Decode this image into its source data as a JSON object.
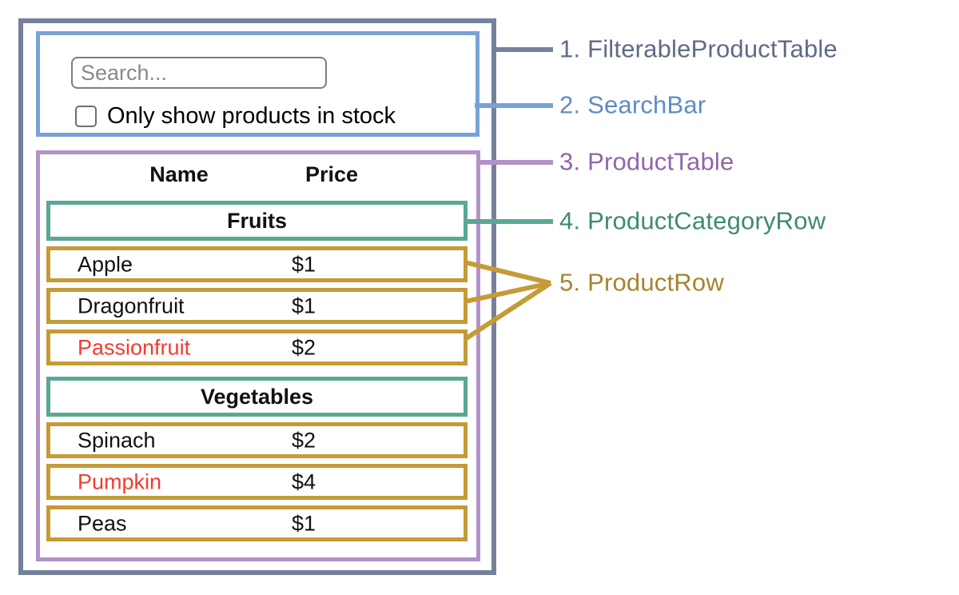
{
  "app": {
    "search_bar": {
      "search_placeholder": "Search...",
      "checkbox_label": "Only show products in stock",
      "checkbox_checked": false,
      "search_value": ""
    },
    "table": {
      "columns": {
        "name": "Name",
        "price": "Price"
      },
      "sections": [
        {
          "category": "Fruits",
          "products": [
            {
              "name": "Apple",
              "price": "$1",
              "red": false
            },
            {
              "name": "Dragonfruit",
              "price": "$1",
              "red": false
            },
            {
              "name": "Passionfruit",
              "price": "$2",
              "red": true
            }
          ]
        },
        {
          "category": "Vegetables",
          "products": [
            {
              "name": "Spinach",
              "price": "$2",
              "red": false
            },
            {
              "name": "Pumpkin",
              "price": "$4",
              "red": true
            },
            {
              "name": "Peas",
              "price": "$1",
              "red": false
            }
          ]
        }
      ]
    }
  },
  "annotations": {
    "labels": [
      {
        "text": "1. FilterableProductTable",
        "color": "#5f6b85"
      },
      {
        "text": "2. SearchBar",
        "color": "#5d8dc2"
      },
      {
        "text": "3. ProductTable",
        "color": "#9166a9"
      },
      {
        "text": "4. ProductCategoryRow",
        "color": "#3e8a75"
      },
      {
        "text": "5. ProductRow",
        "color": "#a8832c"
      }
    ]
  },
  "colors": {
    "container": "#75819b",
    "search_bar": "#78a2d8",
    "product_table": "#b292c8",
    "category_row": "#5aa795",
    "product_row": "#c59b38",
    "out_of_stock": "#f43b2c"
  }
}
